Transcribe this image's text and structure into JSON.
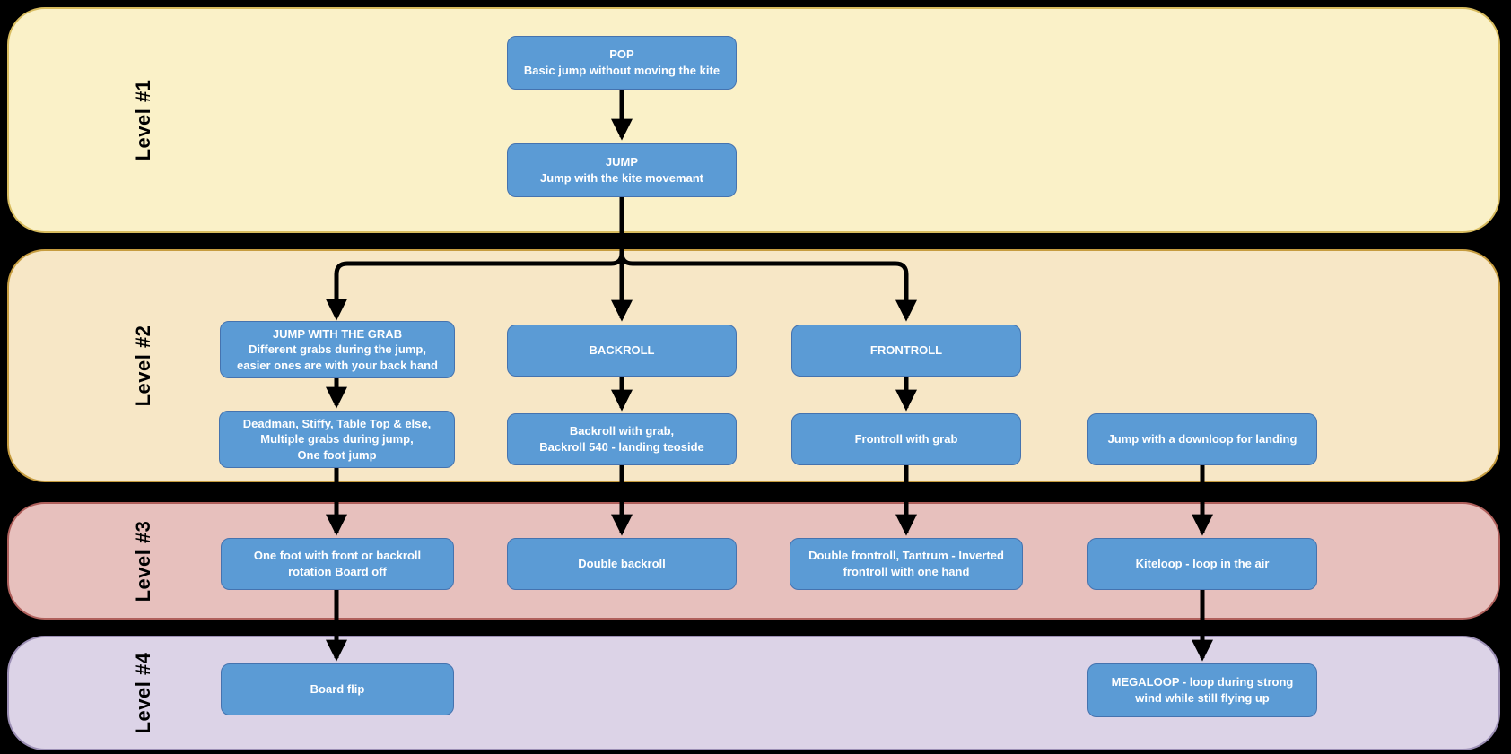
{
  "diagram": {
    "subject": "Kiteboarding trick progression flowchart",
    "background_color": "#000000",
    "node_style": {
      "bg": "#5B9BD5",
      "border": "#4573AF",
      "text_color": "#FFFFFF"
    },
    "arrow_color": "#000000"
  },
  "levels": [
    {
      "label": "Level #1",
      "bg": "#FAF1C8",
      "border": "#D8BC5F"
    },
    {
      "label": "Level #2",
      "bg": "#F7E7C6",
      "border": "#C69C3F"
    },
    {
      "label": "Level #3",
      "bg": "#E7C0BD",
      "border": "#B0605C"
    },
    {
      "label": "Level #4",
      "bg": "#DCD3E7",
      "border": "#9C8FB5"
    }
  ],
  "nodes": {
    "pop": {
      "text": "POP\nBasic jump without moving the kite",
      "level": 1
    },
    "jump": {
      "text": "JUMP\nJump with the kite movemant",
      "level": 1
    },
    "jump_with_grab": {
      "text": "JUMP WITH THE GRAB\nDifferent grabs during the jump,\neasier ones are with your back hand",
      "level": 2
    },
    "backroll": {
      "text": "BACKROLL",
      "level": 2
    },
    "frontroll": {
      "text": "FRONTROLL",
      "level": 2
    },
    "grab_variations": {
      "text": "Deadman, Stiffy, Table Top & else,\nMultiple grabs during jump,\nOne foot jump",
      "level": 2
    },
    "backroll_grab": {
      "text": "Backroll with grab,\nBackroll 540 - landing teoside",
      "level": 2
    },
    "frontroll_grab": {
      "text": "Frontroll with grab",
      "level": 2
    },
    "downloop_landing": {
      "text": "Jump with a downloop for landing",
      "level": 2
    },
    "one_foot_board_off": {
      "text": "One foot with front or backroll\nrotation Board off",
      "level": 3
    },
    "double_backroll": {
      "text": "Double backroll",
      "level": 3
    },
    "double_frontroll_tantrum": {
      "text": "Double frontroll, Tantrum - Inverted\nfrontroll with one hand",
      "level": 3
    },
    "kiteloop": {
      "text": "Kiteloop - loop in the air",
      "level": 3
    },
    "board_flip": {
      "text": "Board flip",
      "level": 4
    },
    "megaloop": {
      "text": "MEGALOOP - loop during strong\nwind while still flying up",
      "level": 4
    }
  },
  "edges": [
    {
      "from": "pop",
      "to": "jump"
    },
    {
      "from": "jump",
      "to": "jump_with_grab"
    },
    {
      "from": "jump",
      "to": "backroll"
    },
    {
      "from": "jump",
      "to": "frontroll"
    },
    {
      "from": "jump_with_grab",
      "to": "grab_variations"
    },
    {
      "from": "backroll",
      "to": "backroll_grab"
    },
    {
      "from": "frontroll",
      "to": "frontroll_grab"
    },
    {
      "from": "grab_variations",
      "to": "one_foot_board_off"
    },
    {
      "from": "backroll_grab",
      "to": "double_backroll"
    },
    {
      "from": "frontroll_grab",
      "to": "double_frontroll_tantrum"
    },
    {
      "from": "downloop_landing",
      "to": "kiteloop"
    },
    {
      "from": "one_foot_board_off",
      "to": "board_flip"
    },
    {
      "from": "kiteloop",
      "to": "megaloop"
    }
  ]
}
